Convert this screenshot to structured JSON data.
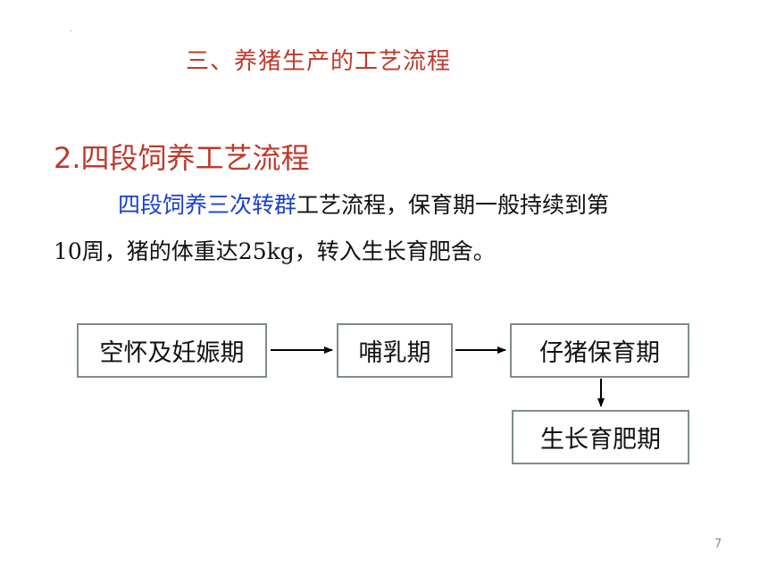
{
  "slide": {
    "dot": ".",
    "title": "三、养猪生产的工艺流程",
    "heading": "2.四段饲养工艺流程",
    "paragraph": {
      "highlight": "四段饲养三次转群",
      "line1_rest": "工艺流程，保育期一般持续到第",
      "line2": "10周，猪的体重达25kg，转入生长育肥舍。"
    },
    "page_number": "7"
  },
  "flow": {
    "stages": [
      "空怀及妊娠期",
      "哺乳期",
      "仔猪保育期",
      "生长育肥期"
    ]
  }
}
